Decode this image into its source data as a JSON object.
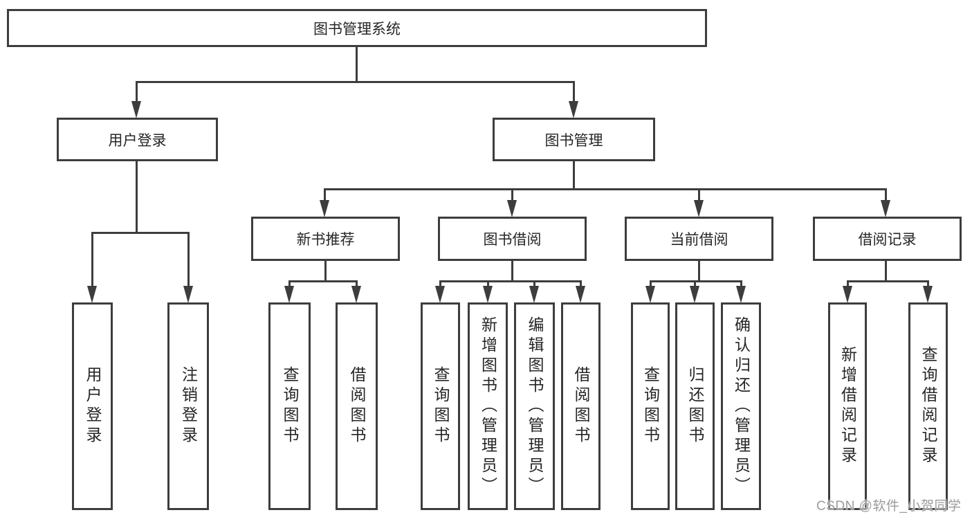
{
  "diagram_title": "图书管理系统",
  "watermark": "CSDN @软件_小贺同学",
  "colors": {
    "line": "#3d3d3d",
    "text": "#262626",
    "background": "#ffffff",
    "watermark": "#9b9b9b"
  },
  "tree": {
    "label": "图书管理系统",
    "children": [
      {
        "label": "用户登录",
        "children": [
          {
            "label": "用户登录"
          },
          {
            "label": "注销登录"
          }
        ]
      },
      {
        "label": "图书管理",
        "children": [
          {
            "label": "新书推荐",
            "children": [
              {
                "label": "查询图书"
              },
              {
                "label": "借阅图书"
              }
            ]
          },
          {
            "label": "图书借阅",
            "children": [
              {
                "label": "查询图书"
              },
              {
                "label": "新增图书（管理员）"
              },
              {
                "label": "编辑图书（管理员）"
              },
              {
                "label": "借阅图书"
              }
            ]
          },
          {
            "label": "当前借阅",
            "children": [
              {
                "label": "查询图书"
              },
              {
                "label": "归还图书"
              },
              {
                "label": "确认归还（管理员）"
              }
            ]
          },
          {
            "label": "借阅记录",
            "children": [
              {
                "label": "新增借阅记录"
              },
              {
                "label": "查询借阅记录"
              }
            ]
          }
        ]
      }
    ]
  }
}
